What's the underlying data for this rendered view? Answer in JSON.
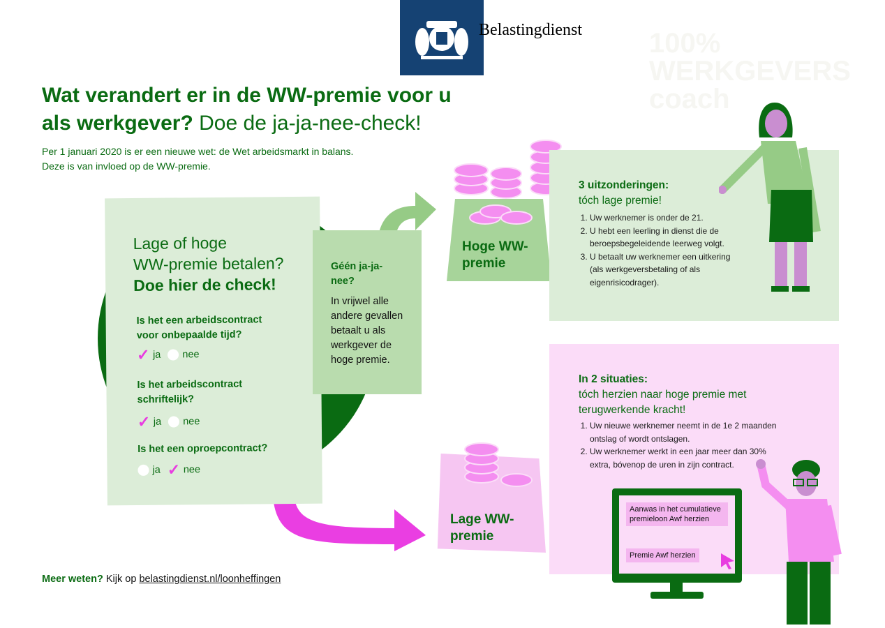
{
  "header": {
    "brand": "Belastingdienst",
    "watermark": "100% WERKGEVERS coach"
  },
  "title": {
    "bold": "Wat verandert er in de WW-premie voor u als werkgever?",
    "normal": "Doe de ja-ja-nee-check!"
  },
  "intro": [
    "Per 1 januari 2020 is er een nieuwe wet: de Wet arbeidsmarkt in balans.",
    "Deze is van invloed op de WW-premie."
  ],
  "check": {
    "heading1": "Lage of hoge",
    "heading2": "WW-premie betalen?",
    "heading3": "Doe hier de check!",
    "questions": [
      {
        "q": "Is het een arbeidscontract voor onbepaalde tijd?",
        "yes": "ja",
        "no": "nee",
        "answer": "ja"
      },
      {
        "q": "Is het arbeidscontract schriftelijk?",
        "yes": "ja",
        "no": "nee",
        "answer": "ja"
      },
      {
        "q": "Is het een oproepcontract?",
        "yes": "ja",
        "no": "nee",
        "answer": "nee"
      }
    ]
  },
  "other": {
    "heading": "Géén ja-ja-nee?",
    "text": "In vrijwel alle andere gevallen betaalt u als werkgever de hoge premie."
  },
  "hoge": {
    "label": "Hoge WW-premie",
    "heading": "3 uitzonderingen:",
    "sub": "tóch lage premie!",
    "items": [
      "Uw werknemer is onder de 21.",
      "U hebt een leerling in dienst die de beroepsbegeleidende leerweg volgt.",
      "U betaalt uw werknemer een uitkering (als werkgeversbetaling of als eigenrisicodrager)."
    ]
  },
  "lage": {
    "label": "Lage WW-premie",
    "heading": "In 2 situaties:",
    "sub": "tóch herzien naar hoge premie met terugwerkende kracht!",
    "items": [
      "Uw nieuwe werknemer neemt in de 1e 2 maanden ontslag of wordt ontslagen.",
      "Uw werknemer werkt in een jaar meer dan 30% extra, bóvenop de uren in zijn contract."
    ],
    "screen": [
      "Aanwas in het cumulatieve premieloon Awf herzien",
      "Premie Awf herzien"
    ]
  },
  "footer": {
    "bold": "Meer weten?",
    "text": "Kijk op",
    "link": "belastingdienst.nl/loonheffingen"
  }
}
